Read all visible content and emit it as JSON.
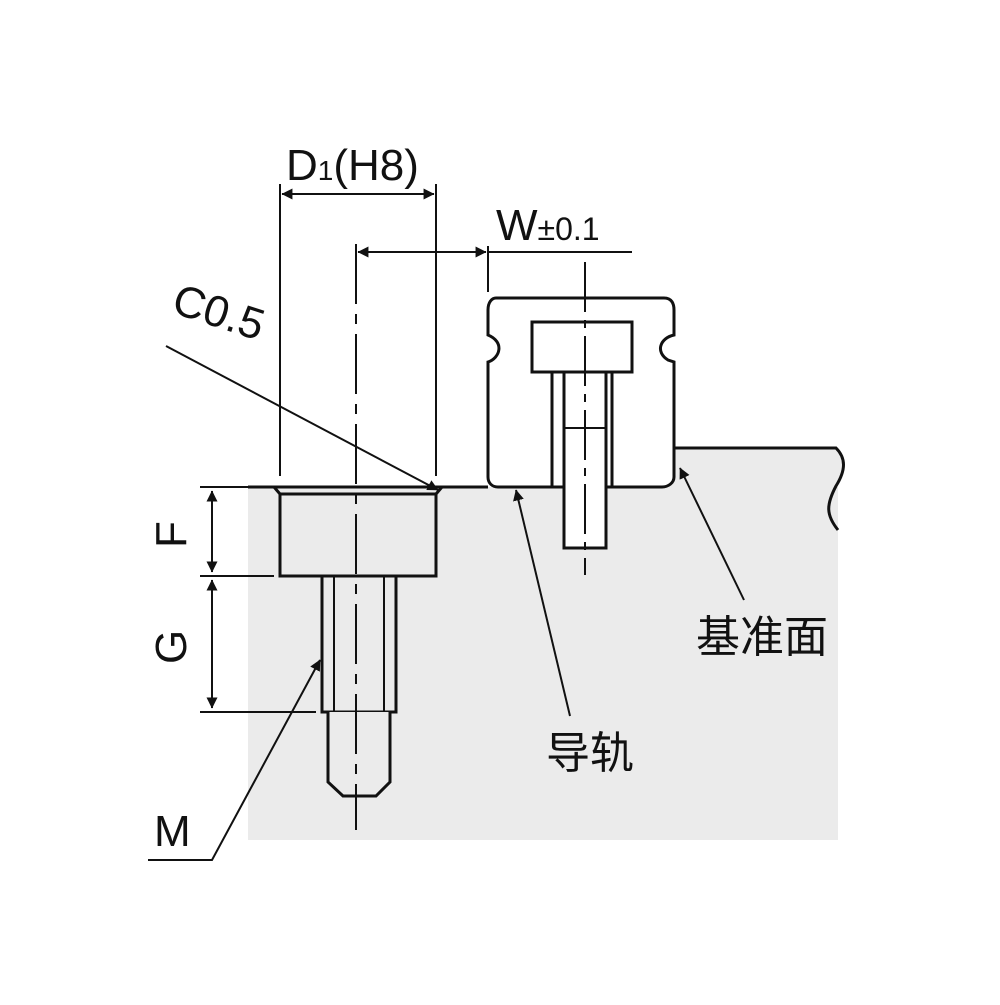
{
  "labels": {
    "d1": "D",
    "d1_sub": "1",
    "d1_tol": "(H8)",
    "w": "W",
    "w_tol": "±0.1",
    "chamfer": "C0.5",
    "f": "F",
    "g": "G",
    "m": "M",
    "rail": "导轨",
    "reference_surface": "基准面"
  },
  "colors": {
    "line": "#111111",
    "base_fill": "#ebebeb",
    "background": "#ffffff"
  }
}
